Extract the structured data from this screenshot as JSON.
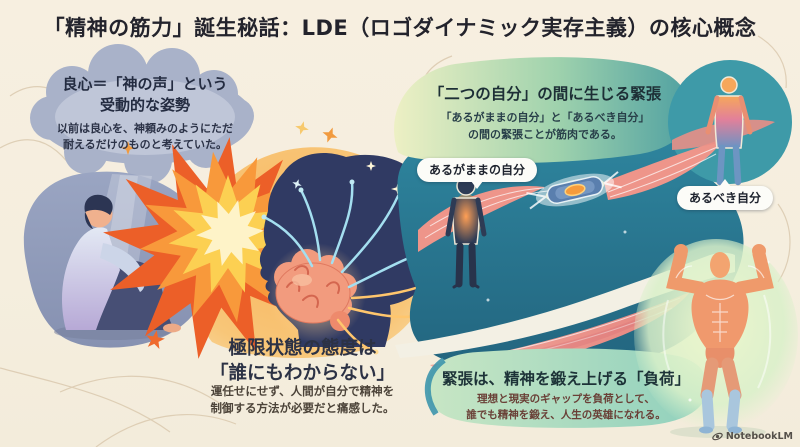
{
  "title": "「精神の筋力」誕生秘話：LDE（ロゴダイナミック実存主義）の核心概念",
  "thought_bubble": {
    "heading": "良心＝「神の声」という\n受動的な姿勢",
    "body": "以前は良心を、神頼みのようにただ\n耐えるだけのものと考えていた。"
  },
  "tension_panel": {
    "heading": "「二つの自分」の間に生じる緊張",
    "body": "「あるがままの自分」と「あるべき自分」\nの間の緊張ことが筋肉である。"
  },
  "figure_labels": {
    "as_is_self": "あるがままの自分",
    "ought_self": "あるべき自分"
  },
  "extreme_panel": {
    "heading": "極限状態の態度は\n「誰にもわからない」",
    "body": "運任せにせず、人間が自分で精神を\n制御する方法が必要だと痛感した。"
  },
  "load_panel": {
    "heading": "緊張は、精神を鍛え上げる「負荷」",
    "body": "理想と現実のギャップを負荷として、\n誰でも精神を鍛え、人生の英雄になれる。"
  },
  "watermark": {
    "label": "NotebookLM"
  },
  "colors": {
    "background": "#f5eede",
    "cloud_gray_blue": "#a9b2c9",
    "explosion_orange": "#ee6a2d",
    "explosion_yellow": "#fcd052",
    "head_navy": "#303a63",
    "teal_band": "#2f87a0",
    "panel_green": "#9fd2ad",
    "fiber_pink": "#ee958a",
    "mint_blob": "#c8e6c4",
    "muscle_orange": "#ef9a6b"
  }
}
